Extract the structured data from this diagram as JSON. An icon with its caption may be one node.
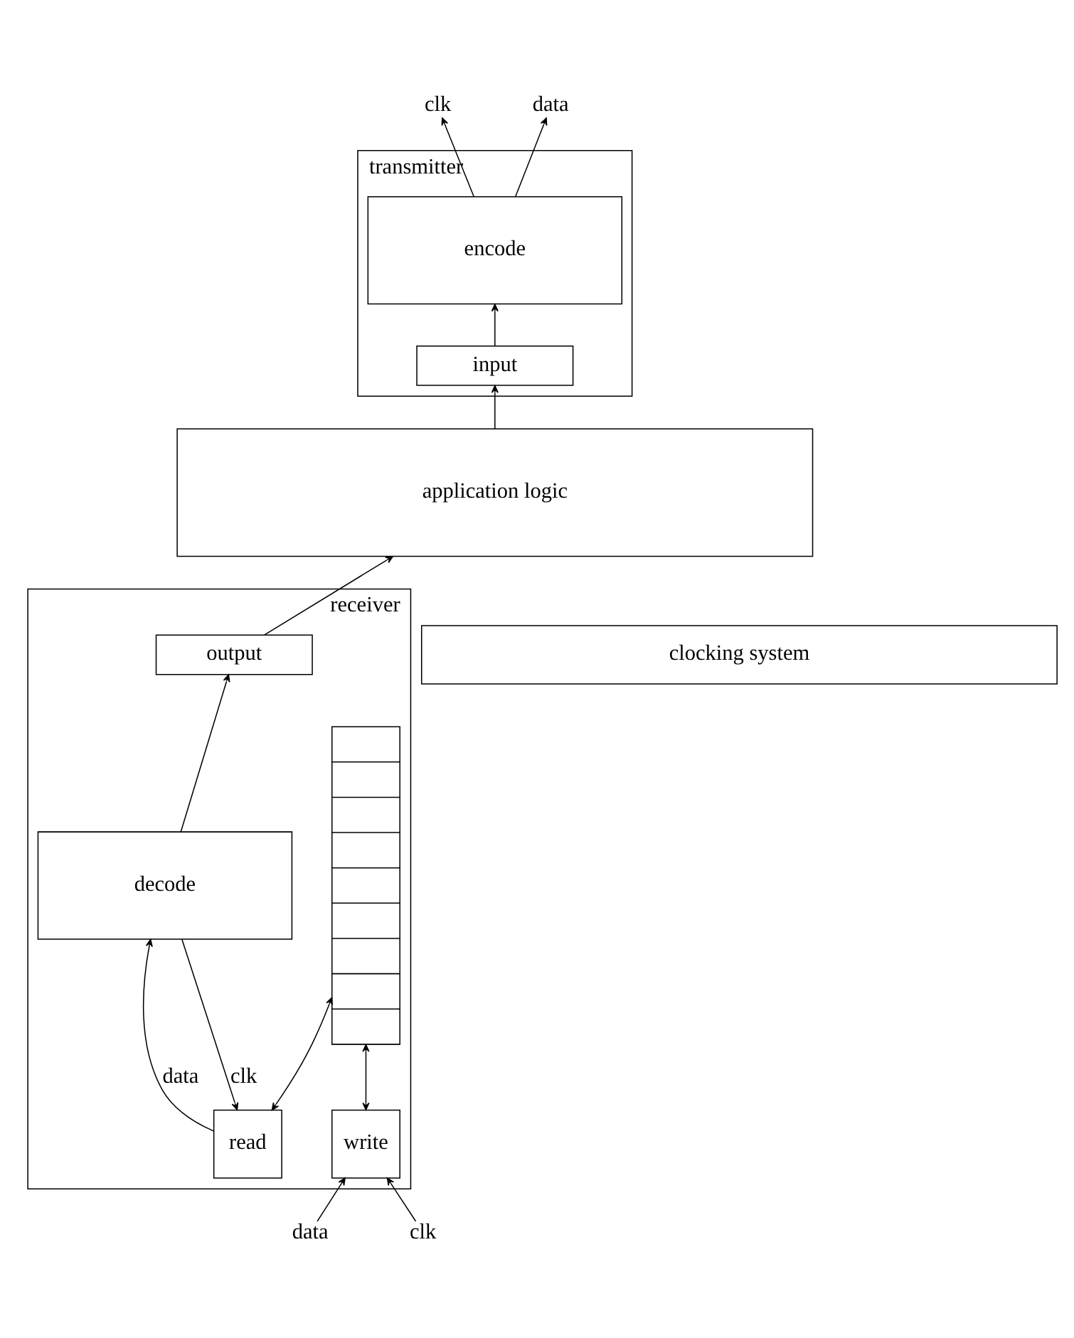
{
  "diagram": {
    "nodes": [
      {
        "text": [
          "transmitter"
        ]
      },
      {
        "text": [
          "encode"
        ],
        "in": 0
      },
      {
        "text": [
          "input"
        ],
        "in": 0
      },
      {
        "text": [
          "receiver"
        ]
      },
      {
        "text": [
          "write"
        ],
        "in": 3
      },
      {
        "text": [],
        "shape": "box",
        "in": 3
      },
      {
        "text": [
          "read"
        ],
        "in": 3
      },
      {
        "text": [
          "decode"
        ],
        "in": 3
      },
      {
        "text": [
          "output"
        ],
        "in": 3
      },
      {
        "text": [
          "application logic"
        ]
      },
      {
        "text": [
          "clocking system"
        ]
      },
      {
        "text": [
          "clk"
        ]
      },
      {
        "text": [
          "data"
        ]
      },
      {
        "text": [
          "data"
        ]
      },
      {
        "text": [
          "clk"
        ]
      }
    ],
    "edges": [
      {
        "from": 13,
        "to": 4,
        "arrow": "to"
      },
      {
        "from": 14,
        "to": 4,
        "arrow": "to"
      },
      {
        "from": 6,
        "to": 5,
        "arrow": "both"
      },
      {
        "from": 4,
        "to": 5,
        "arrow": "both"
      },
      {
        "from": 1,
        "to": 11,
        "arrow": "to"
      },
      {
        "from": 1,
        "to": 12,
        "arrow": "to"
      },
      {
        "from": 6,
        "to": 7,
        "label": "data",
        "arrow": "to"
      },
      {
        "from": 7,
        "to": 6,
        "label": "clk",
        "arrow": "to"
      },
      {
        "from": 2,
        "to": 1,
        "arrow": "to"
      },
      {
        "from": 7,
        "to": 8,
        "arrow": "to"
      },
      {
        "from": 9,
        "to": 2,
        "arrow": "to"
      },
      {
        "from": 8,
        "to": 9,
        "arrow": "to"
      }
    ]
  }
}
